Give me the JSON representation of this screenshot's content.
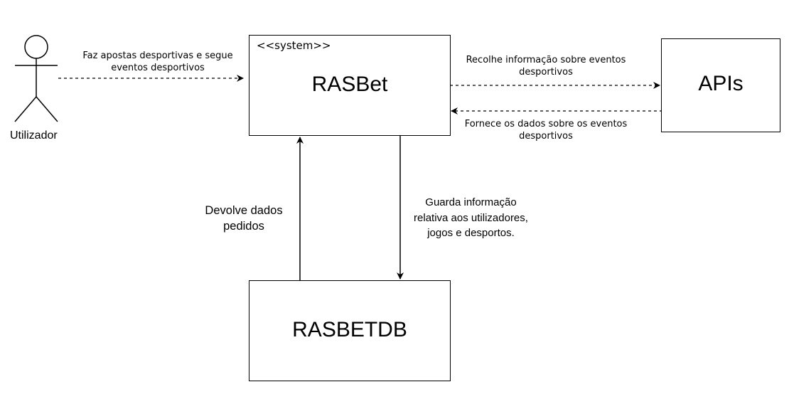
{
  "actor": {
    "name": "Utilizador"
  },
  "system": {
    "stereotype": "<<system>>",
    "name": "RASBet"
  },
  "apis": {
    "name": "APIs"
  },
  "database": {
    "name": "RASBETDB"
  },
  "edges": {
    "actor_to_system": {
      "label_line1": "Faz apostas desportivas e segue",
      "label_line2": "eventos desportivos",
      "style": "dashed"
    },
    "system_to_apis": {
      "label_line1": "Recolhe informação sobre eventos",
      "label_line2": "desportivos",
      "style": "dashed"
    },
    "apis_to_system": {
      "label_line1": "Fornece os dados sobre os eventos",
      "label_line2": "desportivos",
      "style": "dashed"
    },
    "system_to_db": {
      "label_line1": "Guarda informação",
      "label_line2": "relativa aos utilizadores,",
      "label_line3": "jogos e desportos.",
      "style": "solid"
    },
    "db_to_system": {
      "label_line1": "Devolve dados",
      "label_line2": "pedidos",
      "style": "solid"
    }
  }
}
